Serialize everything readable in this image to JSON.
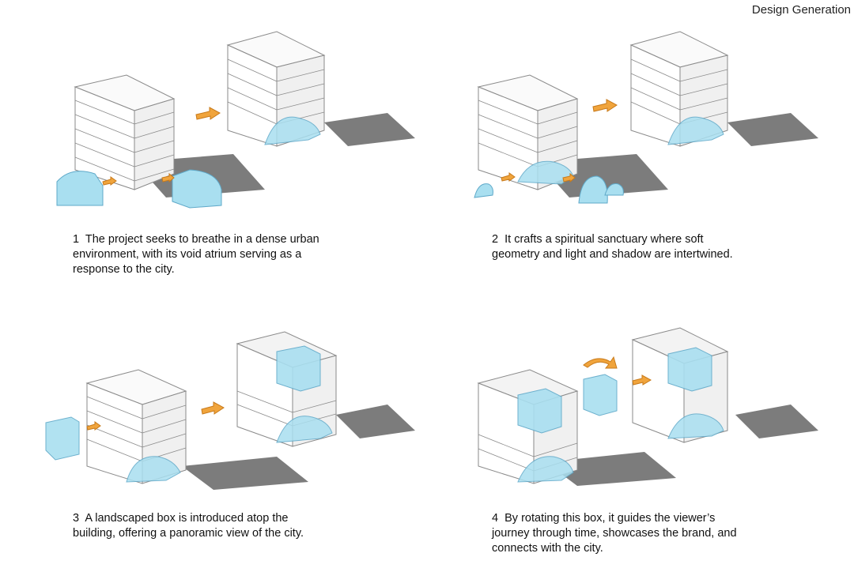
{
  "page_title": "Design Generation",
  "steps": [
    {
      "number": "1",
      "lines": [
        "The project seeks to breathe in a dense urban",
        "environment, with its void atrium serving as a",
        "response to the city."
      ]
    },
    {
      "number": "2",
      "lines": [
        "It crafts a spiritual sanctuary where soft",
        "geometry and light and shadow are intertwined."
      ]
    },
    {
      "number": "3",
      "lines": [
        "A landscaped box is introduced atop the",
        "building, offering a panoramic view of the city."
      ]
    },
    {
      "number": "4",
      "lines": [
        "By rotating this box, it guides the viewer’s",
        "journey through time, showcases the brand, and",
        "connects with the city."
      ]
    }
  ],
  "colors": {
    "building_face_light": "#ffffff",
    "building_face_shade": "#f0f0f0",
    "building_line": "#8a8a8a",
    "shadow": "#7c7c7c",
    "glass": "#a9dff0",
    "glass_line": "#5fa9c9",
    "arrow": "#f0a43c",
    "arrow_line": "#c87a1a"
  }
}
